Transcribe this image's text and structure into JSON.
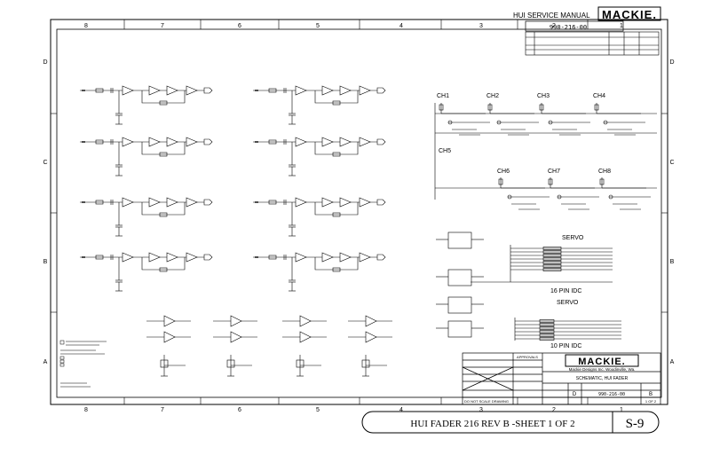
{
  "header": {
    "manual_title": "HUI SERVICE MANUAL",
    "brand": "MACKIE.",
    "doc_number": "990-216-00"
  },
  "border": {
    "columns": [
      "8",
      "7",
      "6",
      "5",
      "4",
      "3",
      "2",
      "1"
    ],
    "rows": [
      "D",
      "C",
      "B",
      "A"
    ]
  },
  "schematic": {
    "channel_labels": [
      "CH1",
      "CH2",
      "CH3",
      "CH4",
      "CH5",
      "CH6",
      "CH7",
      "CH8"
    ],
    "section_labels": [
      "SERVO",
      "16 PIN IDC",
      "SERVO",
      "10 PIN IDC"
    ]
  },
  "title_block": {
    "brand": "MACKIE.",
    "company_line": "Mackie Designs Inc. Woodinville, Wa.",
    "title": "SCHEMATIC, HUI FADER",
    "doc_number": "990-216-00",
    "sheet_size": "D",
    "rev": "B",
    "sheet": "1 OF 2",
    "note_scale": "DO NOT SCALE DRAWING",
    "approvals": "APPROVALS"
  },
  "footer": {
    "caption": "HUI FADER 216 REV B -SHEET 1 OF 2",
    "page": "S-9"
  }
}
